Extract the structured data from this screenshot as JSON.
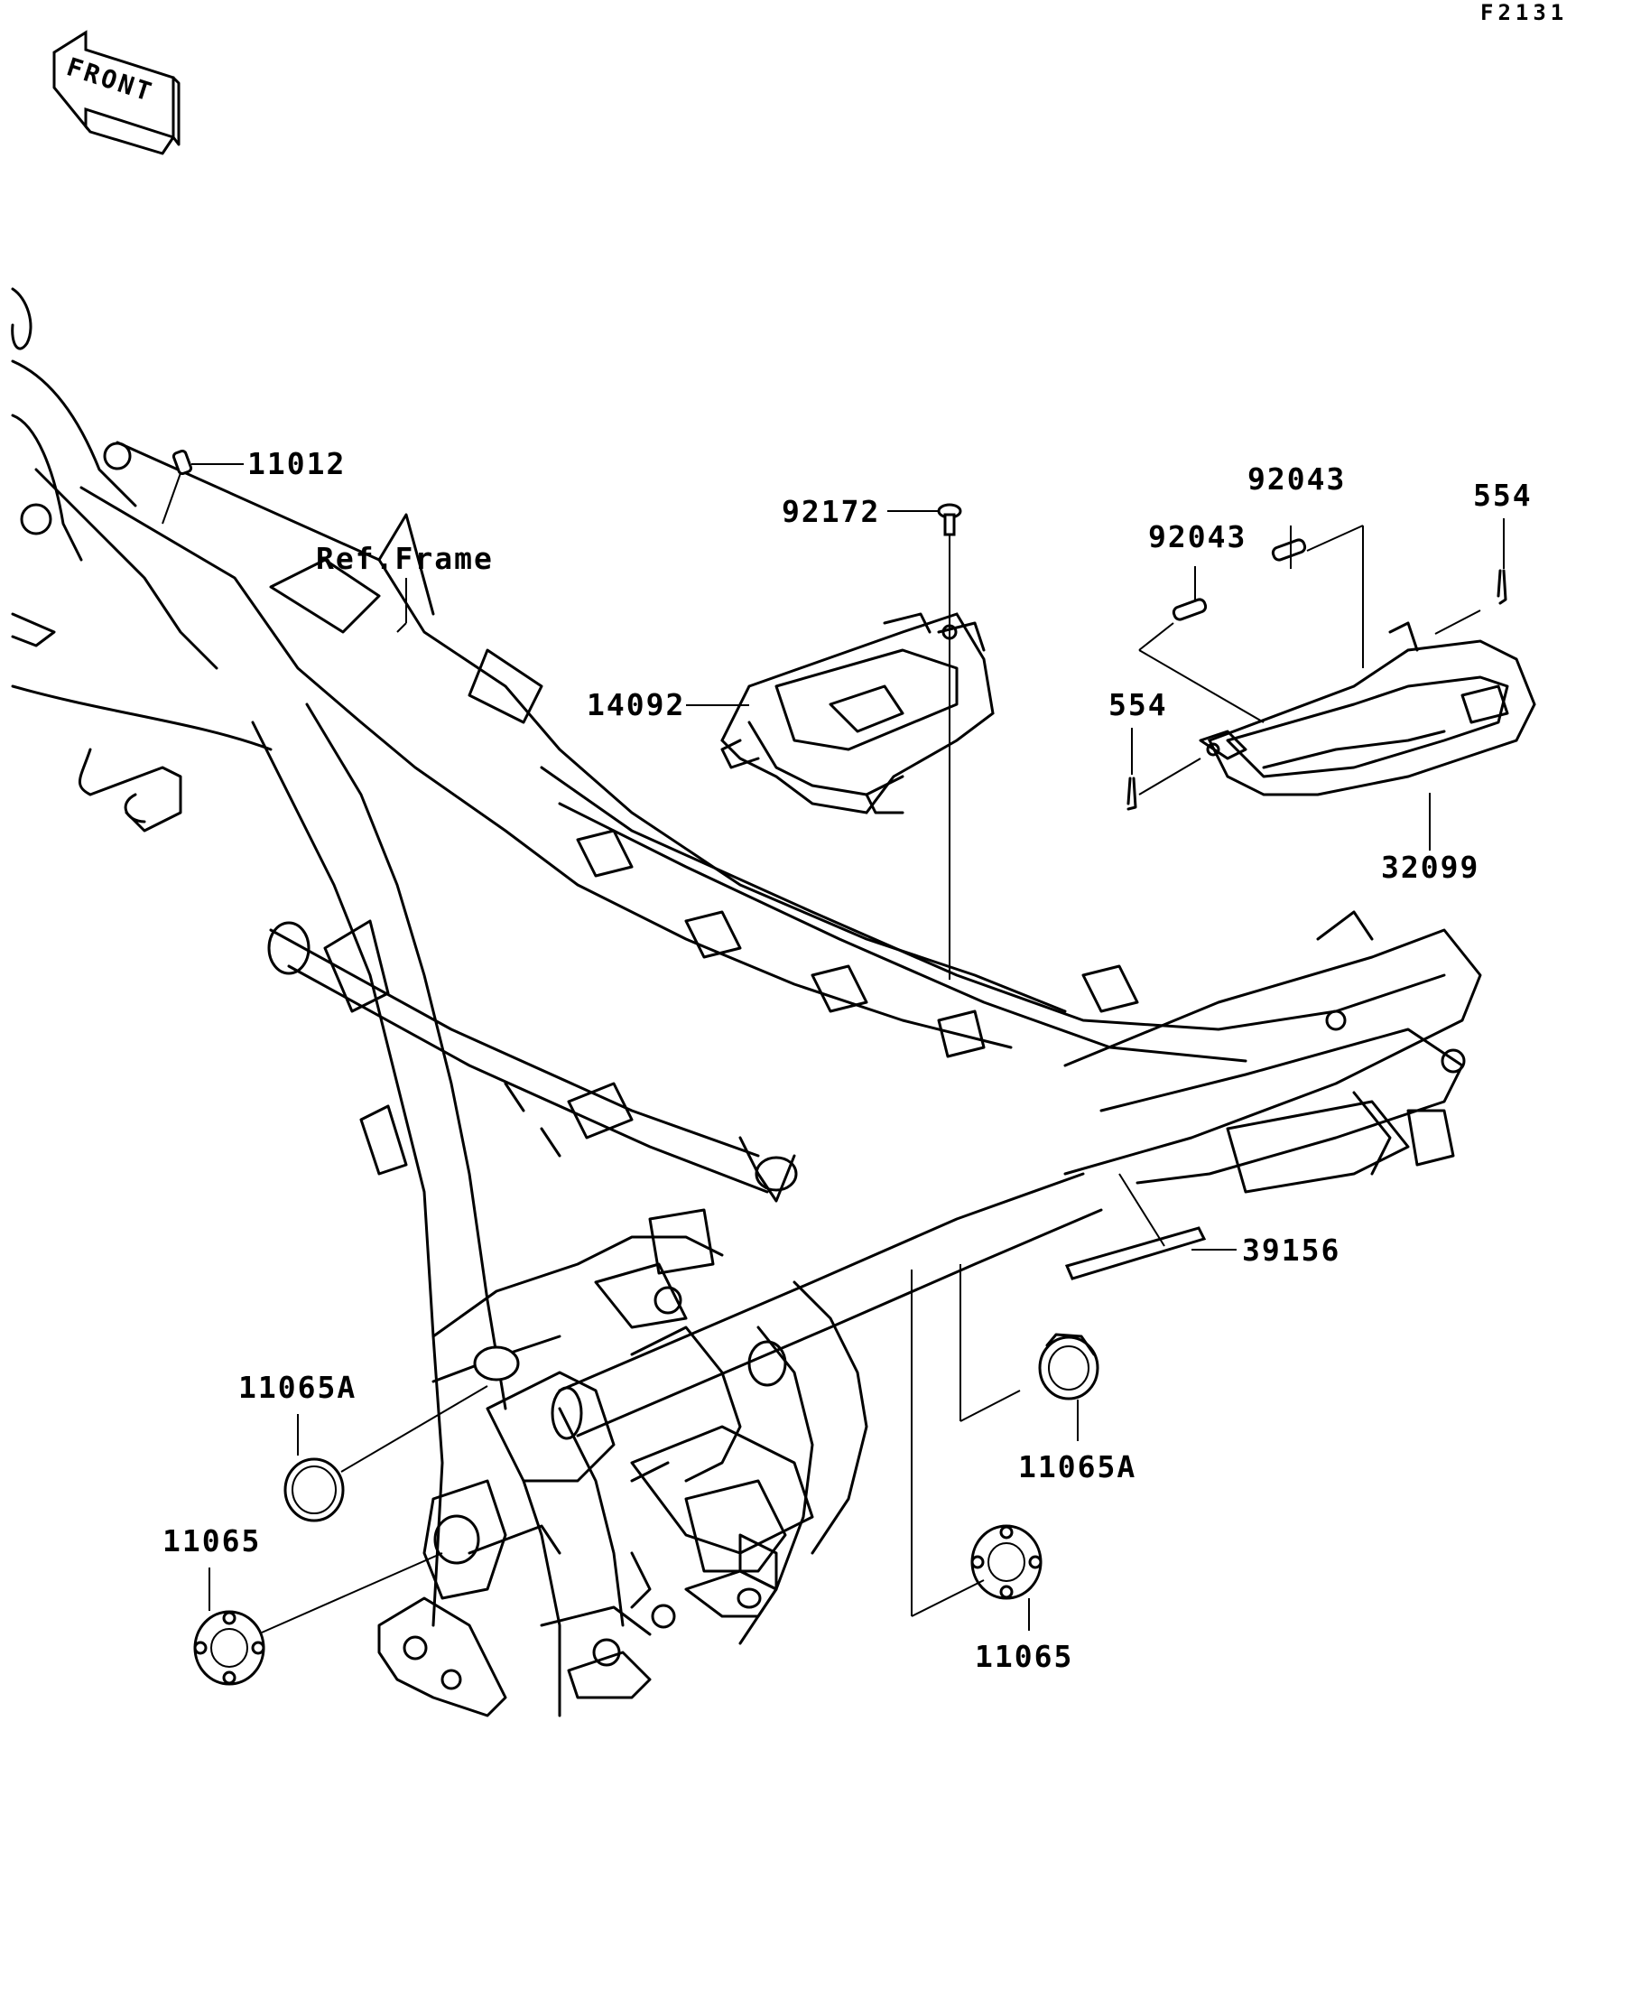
{
  "diagram_code": "F2131",
  "front_indicator": "FRONT",
  "labels": {
    "p11012": "11012",
    "ref_frame": "Ref.Frame",
    "p92172": "92172",
    "p92043_upper": "92043",
    "p92043_lower": "92043",
    "p554_upper": "554",
    "p554_lower": "554",
    "p14092": "14092",
    "p32099": "32099",
    "p39156": "39156",
    "p11065a_left": "11065A",
    "p11065_left": "11065",
    "p11065a_right": "11065A",
    "p11065_right": "11065"
  }
}
